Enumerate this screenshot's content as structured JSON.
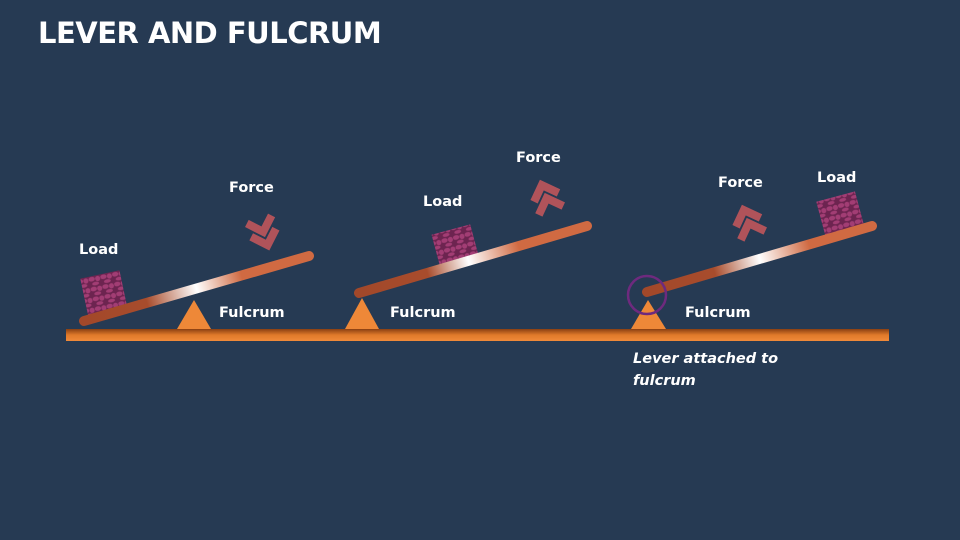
{
  "title": "LEVER AND FULCRUM",
  "diagrams": [
    {
      "load_label": "Load",
      "force_label": "Force",
      "fulcrum_label": "Fulcrum"
    },
    {
      "load_label": "Load",
      "force_label": "Force",
      "fulcrum_label": "Fulcrum"
    },
    {
      "load_label": "Load",
      "force_label": "Force",
      "fulcrum_label": "Fulcrum",
      "caption_line1": "Lever attached to",
      "caption_line2": "fulcrum"
    }
  ],
  "colors": {
    "background": "#263a53",
    "ground": "#e07a2a",
    "fulcrum": "#ee8838",
    "force_arrow": "#b0535a",
    "load": "#8e3462",
    "highlight_circle": "#6e2a7e"
  }
}
